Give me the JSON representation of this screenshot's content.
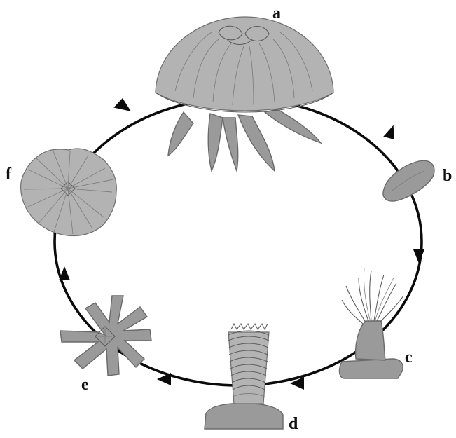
{
  "diagram": {
    "stages": [
      {
        "id": "a",
        "label": "a"
      },
      {
        "id": "b",
        "label": "b"
      },
      {
        "id": "c",
        "label": "c"
      },
      {
        "id": "d",
        "label": "d"
      },
      {
        "id": "e",
        "label": "e"
      },
      {
        "id": "f",
        "label": "f"
      }
    ],
    "cycle_direction": "clockwise",
    "colors": {
      "ring": "#0b0b0b",
      "organism_fill": "#9a9a9a",
      "organism_outline": "#6a6a6a",
      "label": "#111111",
      "background": "#ffffff"
    }
  }
}
